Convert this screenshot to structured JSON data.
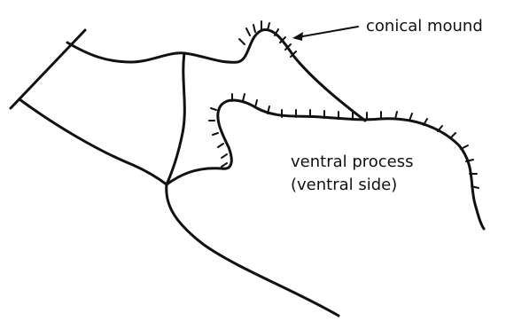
{
  "labels": {
    "conical_mound": "conical mound",
    "ventral_process_line1": "ventral process",
    "ventral_process_line2": "(ventral side)"
  },
  "colors": {
    "ink": "#111111",
    "background": "#ffffff"
  }
}
